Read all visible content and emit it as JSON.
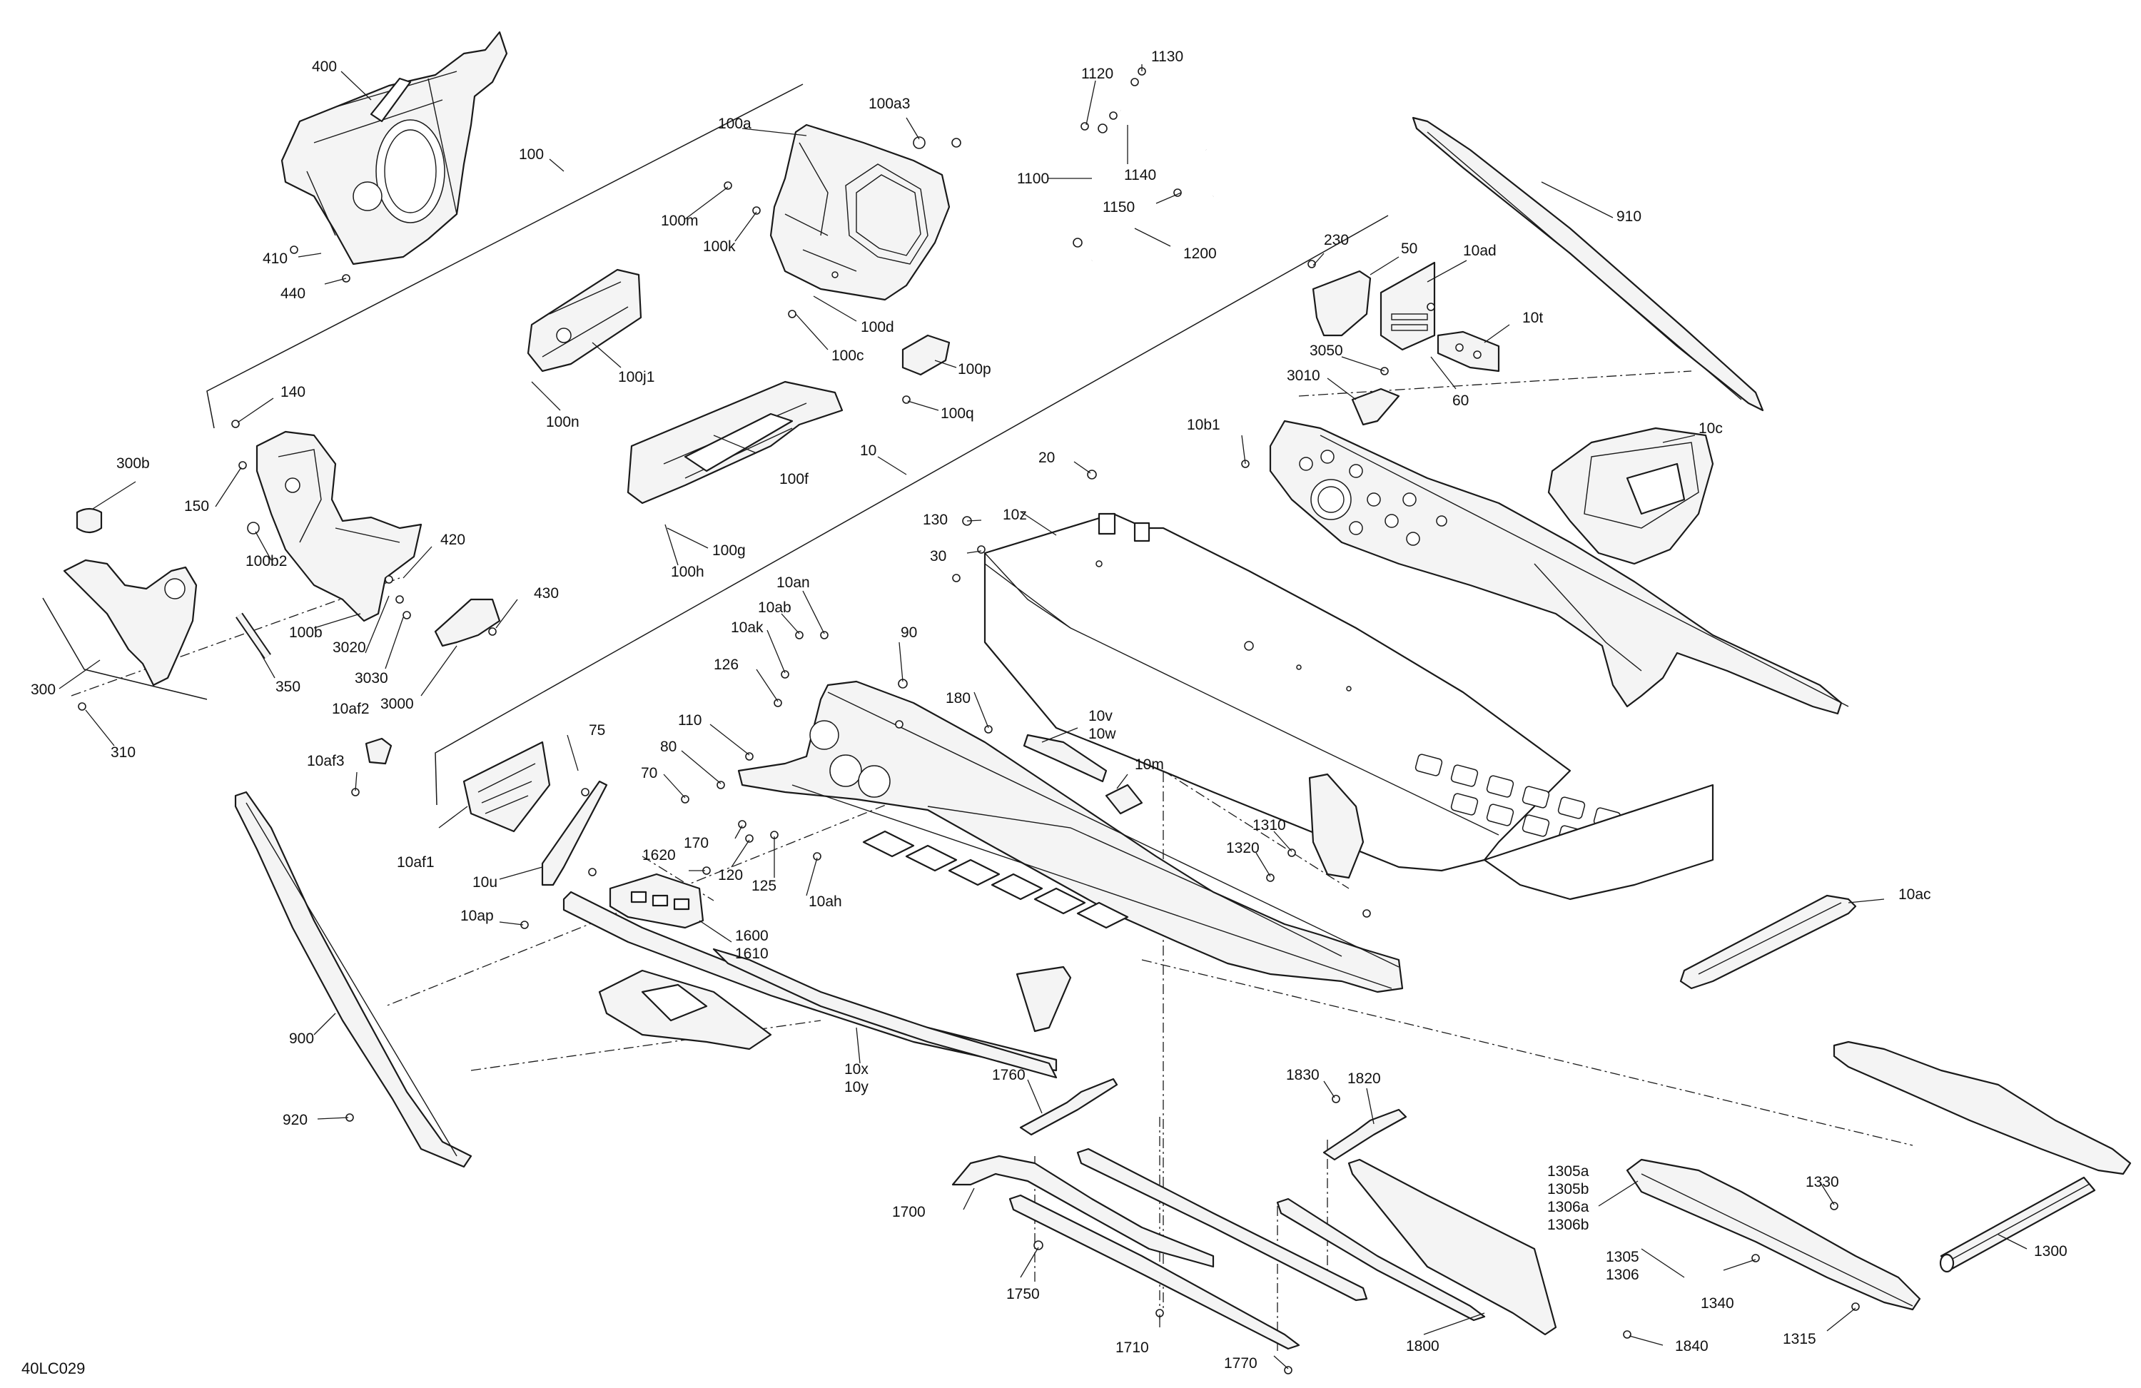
{
  "diagram": {
    "code": "40LC029",
    "callouts": [
      {
        "label": "400"
      },
      {
        "label": "100"
      },
      {
        "label": "410"
      },
      {
        "label": "440"
      },
      {
        "label": "100a"
      },
      {
        "label": "100a3"
      },
      {
        "label": "100m"
      },
      {
        "label": "100k"
      },
      {
        "label": "100d"
      },
      {
        "label": "100c"
      },
      {
        "label": "100j1"
      },
      {
        "label": "100n"
      },
      {
        "label": "100p"
      },
      {
        "label": "100q"
      },
      {
        "label": "1120"
      },
      {
        "label": "1130"
      },
      {
        "label": "1100"
      },
      {
        "label": "1140"
      },
      {
        "label": "1150"
      },
      {
        "label": "1200"
      },
      {
        "label": "910"
      },
      {
        "label": "230"
      },
      {
        "label": "50"
      },
      {
        "label": "10ad"
      },
      {
        "label": "10t"
      },
      {
        "label": "3050"
      },
      {
        "label": "60"
      },
      {
        "label": "3010"
      },
      {
        "label": "10b1"
      },
      {
        "label": "10c"
      },
      {
        "label": "140"
      },
      {
        "label": "300b"
      },
      {
        "label": "150"
      },
      {
        "label": "100b2"
      },
      {
        "label": "420"
      },
      {
        "label": "430"
      },
      {
        "label": "100b"
      },
      {
        "label": "3020"
      },
      {
        "label": "3030"
      },
      {
        "label": "3000"
      },
      {
        "label": "350"
      },
      {
        "label": "300"
      },
      {
        "label": "310"
      },
      {
        "label": "10af2"
      },
      {
        "label": "10af3"
      },
      {
        "label": "100f"
      },
      {
        "label": "10"
      },
      {
        "label": "100g"
      },
      {
        "label": "100h"
      },
      {
        "label": "20"
      },
      {
        "label": "130"
      },
      {
        "label": "10z"
      },
      {
        "label": "30"
      },
      {
        "label": "10an"
      },
      {
        "label": "10ab"
      },
      {
        "label": "10ak"
      },
      {
        "label": "90"
      },
      {
        "label": "126"
      },
      {
        "label": "180"
      },
      {
        "label": "110"
      },
      {
        "label": "80"
      },
      {
        "label": "70"
      },
      {
        "label": "10v"
      },
      {
        "label": "10w"
      },
      {
        "label": "10m"
      },
      {
        "label": "75"
      },
      {
        "label": "10af1"
      },
      {
        "label": "10u"
      },
      {
        "label": "1620"
      },
      {
        "label": "170"
      },
      {
        "label": "120"
      },
      {
        "label": "125"
      },
      {
        "label": "10ah"
      },
      {
        "label": "1310"
      },
      {
        "label": "1320"
      },
      {
        "label": "10ac"
      },
      {
        "label": "10ap"
      },
      {
        "label": "1600"
      },
      {
        "label": "1610"
      },
      {
        "label": "900"
      },
      {
        "label": "920"
      },
      {
        "label": "10x"
      },
      {
        "label": "10y"
      },
      {
        "label": "1760"
      },
      {
        "label": "1830"
      },
      {
        "label": "1820"
      },
      {
        "label": "1700"
      },
      {
        "label": "1305a"
      },
      {
        "label": "1305b"
      },
      {
        "label": "1306a"
      },
      {
        "label": "1306b"
      },
      {
        "label": "1330"
      },
      {
        "label": "1305"
      },
      {
        "label": "1306"
      },
      {
        "label": "1300"
      },
      {
        "label": "1750"
      },
      {
        "label": "1340"
      },
      {
        "label": "1710"
      },
      {
        "label": "1800"
      },
      {
        "label": "1840"
      },
      {
        "label": "1315"
      },
      {
        "label": "1770"
      }
    ]
  }
}
